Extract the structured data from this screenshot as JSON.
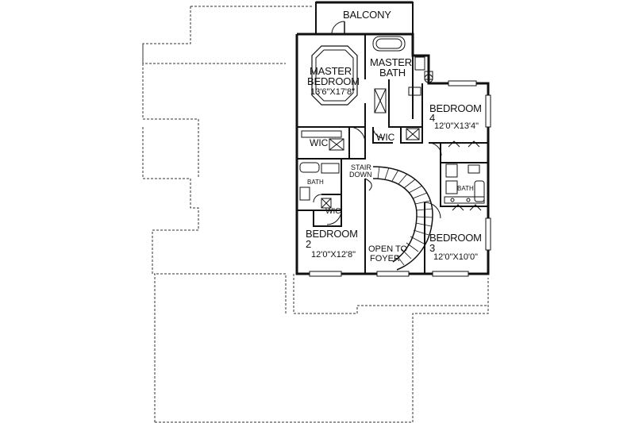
{
  "rooms": {
    "balcony": {
      "name": "BALCONY"
    },
    "master_bedroom": {
      "line1": "MASTER",
      "line2": "BEDROOM",
      "dims": "13'6\"X17'8\""
    },
    "master_bath": {
      "line1": "MASTER",
      "line2": "BATH"
    },
    "bedroom4": {
      "line1": "BEDROOM",
      "line2": "4",
      "dims": "12'0\"X13'4\""
    },
    "wic_master_left": {
      "name": "WIC"
    },
    "wic_master_right": {
      "name": "WIC"
    },
    "stair": {
      "line1": "STAIR",
      "line2": "DOWN"
    },
    "bath_left": {
      "name": "BATH"
    },
    "wic_bed2": {
      "name": "WIC"
    },
    "bath_right": {
      "name": "BATH"
    },
    "bedroom2": {
      "line1": "BEDROOM",
      "line2": "2",
      "dims": "12'0\"X12'8\""
    },
    "open_to_foyer": {
      "line1": "OPEN TO",
      "line2": "FOYER"
    },
    "bedroom3": {
      "line1": "BEDROOM",
      "line2": "3",
      "dims": "12'0\"X10'0\""
    }
  },
  "colors": {
    "ink": "#111111",
    "paper": "#ffffff"
  }
}
